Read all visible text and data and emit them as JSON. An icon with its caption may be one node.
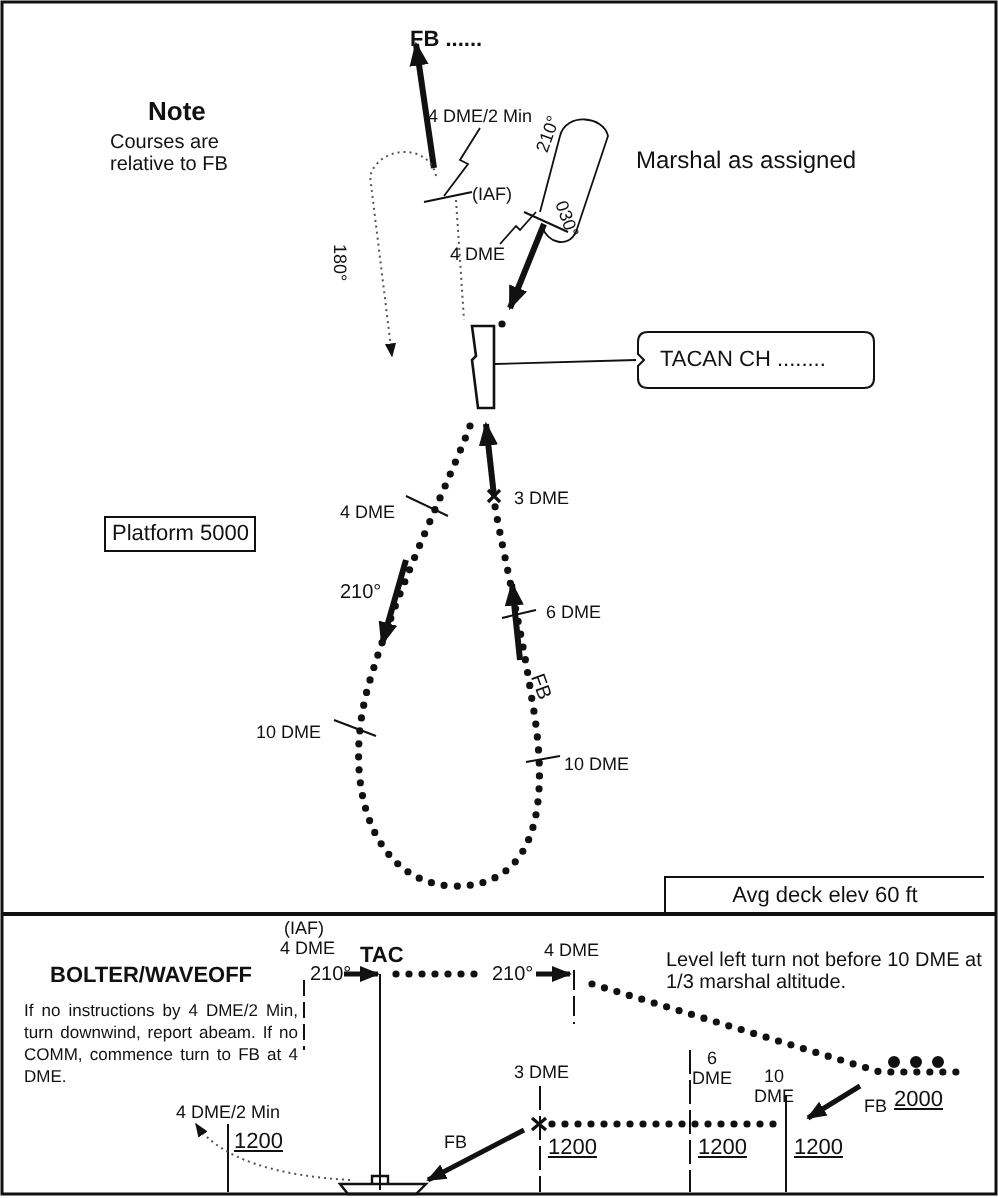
{
  "diagram": {
    "nodes": [
      {
        "text": [
          "Platform 5000"
        ]
      },
      {
        "text": [
          "TACAN CH ........"
        ]
      },
      {
        "text": [
          "Avg deck elev 60 ft"
        ]
      },
      {
        "text": [],
        "shape": "ship"
      },
      {
        "text": [
          "4 DME/2 Min"
        ]
      },
      {
        "text": [
          "4 DME"
        ]
      }
    ],
    "edges": [
      {
        "from": 1,
        "to": 3,
        "arrow": "none"
      },
      {
        "from": 4,
        "to": null,
        "arrow": "none"
      },
      {
        "from": 5,
        "to": null,
        "arrow": "none"
      }
    ],
    "labels": [
      "FB ......",
      "Note",
      "Courses are relative to FB",
      "210°",
      "Marshal as assigned",
      "(IAF)",
      "030°",
      "180°",
      "3 DME",
      "4 DME",
      "210°",
      "6 DME",
      "FB",
      "10 DME",
      "10 DME",
      "(IAF)",
      "4 DME",
      "TAC",
      "4 DME",
      "BOLTER/WAVEOFF",
      "210°",
      "210°",
      "Level left turn not before 10 DME at 1/3 marshal altitude.",
      "If no instructions by 4 DME/2 Min, turn downwind, report abeam. If no COMM, commence turn to FB at 4 DME.",
      "3 DME",
      "6 DME",
      "10 DME",
      "FB",
      "2000",
      "4 DME/2 Min",
      "1200",
      "FB",
      "1200",
      "1200",
      "1200"
    ]
  }
}
